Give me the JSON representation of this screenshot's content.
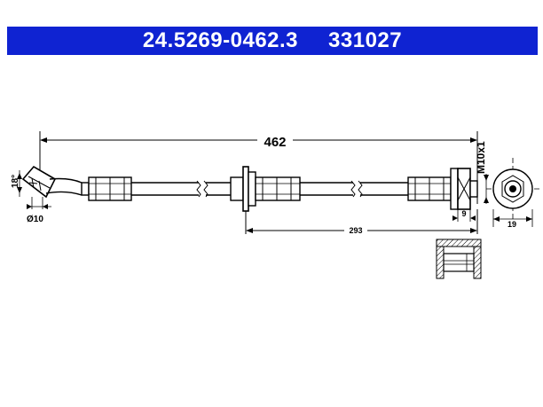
{
  "header": {
    "part_number": "24.5269-0462.3",
    "ref_number": "331027",
    "background": "#0f23d2",
    "text_color": "#ffffff"
  },
  "dimensions": {
    "total_length": "462",
    "partial_length": "293",
    "thread": "M10x1",
    "nut_width": "9",
    "hex_size": "19",
    "angle": "18°",
    "diameter": "Ø10"
  }
}
